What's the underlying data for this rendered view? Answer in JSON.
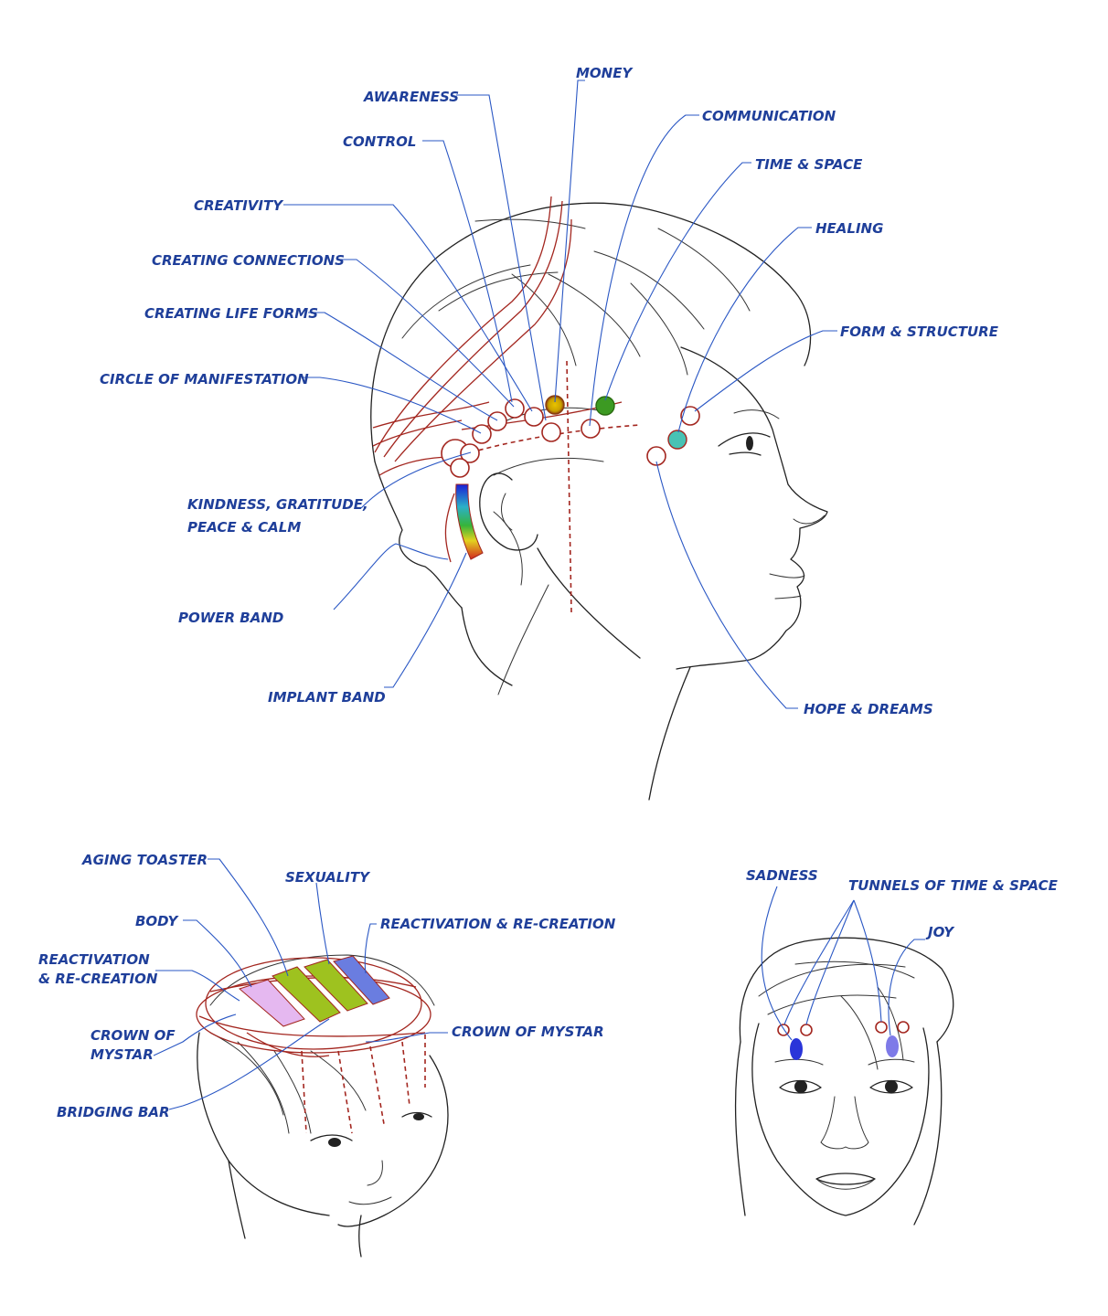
{
  "side_view": {
    "labels": {
      "money": "MONEY",
      "awareness": "AWARENESS",
      "communication": "COMMUNICATION",
      "control": "CONTROL",
      "time_space": "TIME & SPACE",
      "creativity": "CREATIVITY",
      "healing": "HEALING",
      "creating_connections": "CREATING CONNECTIONS",
      "creating_life_forms": "CREATING LIFE FORMS",
      "form_structure": "FORM & STRUCTURE",
      "circle_of_manifestation": "CIRCLE OF MANIFESTATION",
      "kindness_line1": "KINDNESS, GRATITUDE,",
      "kindness_line2": "PEACE & CALM",
      "power_band": "POWER BAND",
      "implant_band": "IMPLANT BAND",
      "hope_dreams": "HOPE & DREAMS"
    },
    "point_colors": {
      "money": "#c9a000",
      "communication": "#3c9a22",
      "healing": "#48c2b4"
    }
  },
  "top_view": {
    "labels": {
      "aging_toaster": "AGING TOASTER",
      "sexuality": "SEXUALITY",
      "body": "BODY",
      "reactivation_right": "REACTIVATION & RE-CREATION",
      "reactivation_left_line1": "REACTIVATION",
      "reactivation_left_line2": "& RE-CREATION",
      "crown_left_line1": "CROWN OF",
      "crown_left_line2": "MYSTAR",
      "crown_right": "CROWN OF MYSTAR",
      "bridging_bar": "BRIDGING BAR"
    },
    "bar_colors": [
      "#e5b8f0",
      "#9ec21f",
      "#9ec21f",
      "#6a7de0"
    ]
  },
  "front_view": {
    "labels": {
      "sadness": "SADNESS",
      "tunnels": "TUNNELS OF TIME & SPACE",
      "joy": "JOY"
    },
    "point_colors": {
      "sadness": "#2a35d9",
      "joy": "#7e7ae8"
    }
  }
}
